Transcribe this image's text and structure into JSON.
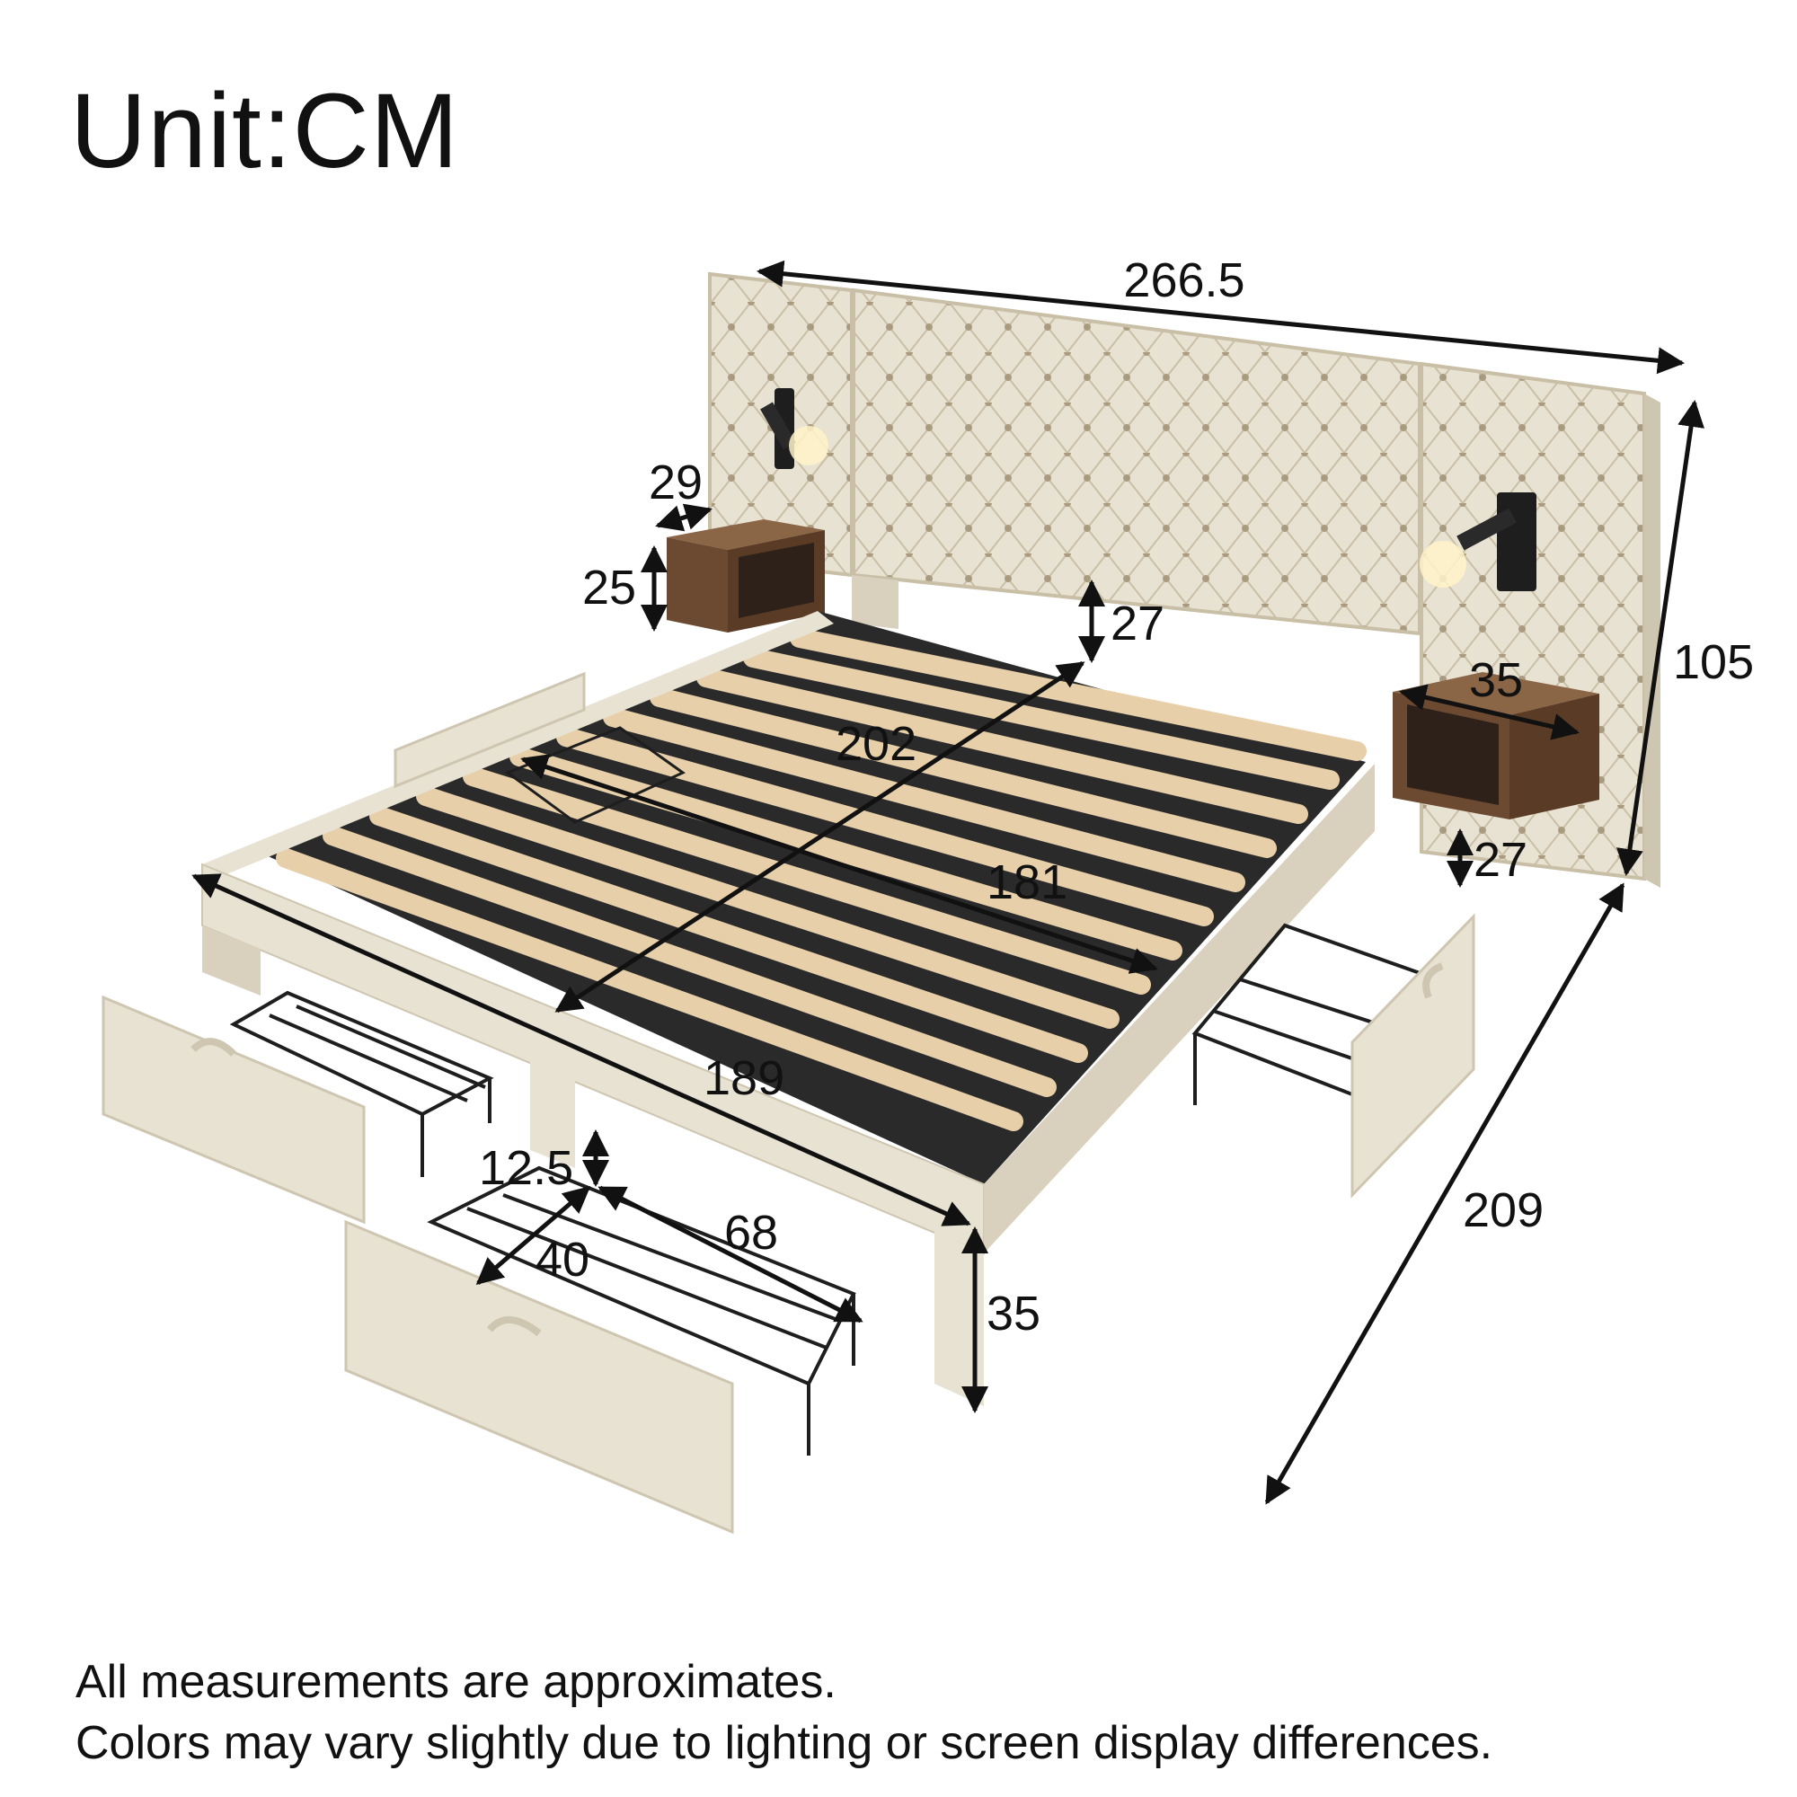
{
  "title": "Unit:CM",
  "dimensions": {
    "total_width": "266.5",
    "headboard_height": "105",
    "total_length": "209",
    "inner_length": "202",
    "inner_width": "181",
    "side_length": "189",
    "leg_height": "35",
    "headboard_gap": "27",
    "nightstand_depth": "29",
    "nightstand_height": "25",
    "nightstand_width": "35",
    "nightstand_clearance": "27",
    "drawer_height": "12.5",
    "drawer_width": "40",
    "drawer_depth": "68"
  },
  "notes": [
    "All measurements are approximates.",
    "Colors may vary slightly due to lighting or screen display differences."
  ],
  "colors": {
    "fabric": "#e8e2d2",
    "fabric_shadow": "#cfc6b1",
    "slat": "#e7cfa9",
    "metal": "#1e1e1e",
    "wood": "#6b4a31",
    "arrow": "#111111"
  }
}
